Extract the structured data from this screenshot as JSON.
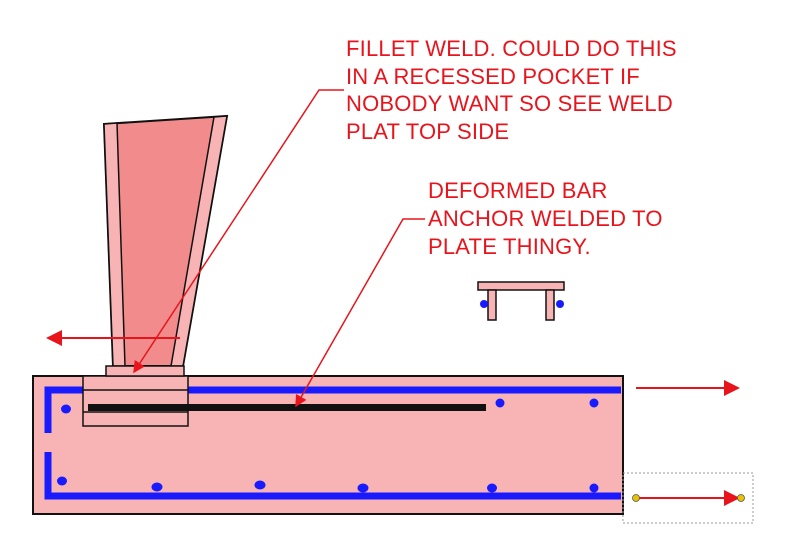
{
  "annotations": {
    "fillet_weld": [
      "FILLET WELD.  COULD DO THIS",
      "IN A RECESSED POCKET IF",
      "NOBODY WANT SO SEE WELD",
      "PLAT TOP SIDE"
    ],
    "deformed_bar": [
      "DEFORMED BAR",
      "ANCHOR WELDED TO",
      "PLATE THINGY."
    ]
  },
  "colors": {
    "concrete_fill": "#f8b4b4",
    "column_fill": "#f28b8b",
    "outline": "#111111",
    "rebar": "#1a1aff",
    "arrow": "#e8141c",
    "handle": "#e6c200"
  }
}
